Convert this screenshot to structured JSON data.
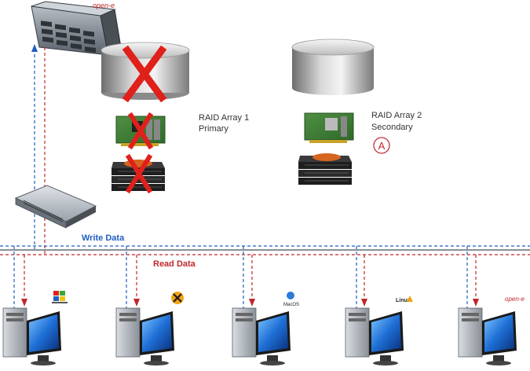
{
  "brand": "open-e",
  "arrays": [
    {
      "name": "RAID Array 1",
      "role": "Primary",
      "failed": true
    },
    {
      "name": "RAID Array 2",
      "role": "Secondary",
      "failed": false,
      "marker": "A"
    }
  ],
  "network": {
    "write_label": "Write Data",
    "read_label": "Read Data",
    "write_color": "#1f5fbf",
    "read_color": "#c0282b"
  },
  "clients": [
    {
      "os_icon": "windows-logo-icon",
      "label": ""
    },
    {
      "os_icon": "x-logo-icon",
      "label": ""
    },
    {
      "os_icon": "macos-logo-icon",
      "label": "MacOS"
    },
    {
      "os_icon": "linux-logo-icon",
      "label": "Linux"
    },
    {
      "os_icon": "open-e-logo-icon",
      "label": "open-e"
    }
  ],
  "colors": {
    "failure": "#e0201a",
    "accent": "#c0282b"
  }
}
